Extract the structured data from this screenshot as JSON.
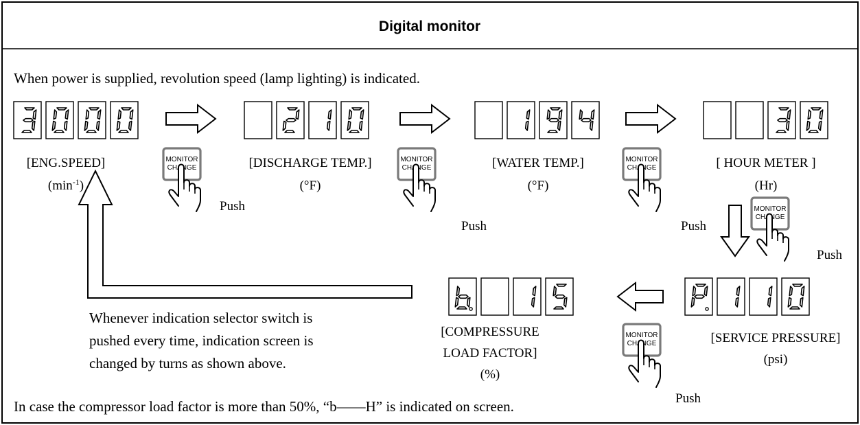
{
  "title": "Digital monitor",
  "intro": "When power is supplied, revolution speed (lamp lighting) is indicated.",
  "footer": "In case the compressor load factor is more than 50%, “b――H” is indicated on screen.",
  "button": {
    "line1": "MONITOR",
    "line2": "CHANGE"
  },
  "push_label": "Push",
  "displays": {
    "eng_speed": {
      "digits": [
        "3",
        "0",
        "0",
        "0"
      ],
      "label": "[ENG.SPEED]",
      "unit_base": "(min",
      "unit_sup": "-1",
      "unit_end": ")"
    },
    "discharge_temp": {
      "digits": [
        "",
        "2",
        "1",
        "0"
      ],
      "label": "[DISCHARGE TEMP.]",
      "unit": "(°F)"
    },
    "water_temp": {
      "digits": [
        "",
        "1",
        "9",
        "4"
      ],
      "label": "[WATER TEMP.]",
      "unit": "(°F)"
    },
    "hour_meter": {
      "digits": [
        "",
        "",
        "3",
        "0"
      ],
      "label": "[ HOUR METER ]",
      "unit": "(Hr)"
    },
    "service_pressure": {
      "digits": [
        "P.",
        "1",
        "1",
        "0"
      ],
      "label": "[SERVICE PRESSURE]",
      "unit": "(psi)"
    },
    "load_factor": {
      "digits": [
        "b.",
        "",
        "1",
        "5"
      ],
      "label_line1": "[COMPRESSURE",
      "label_line2": "LOAD FACTOR]",
      "unit": "(%)"
    }
  },
  "cycle_note": {
    "line1": "Whenever indication selector switch is",
    "line2": "pushed every time, indication screen is",
    "line3": "changed by turns as shown above."
  },
  "icons": {
    "arrow": "outline-arrow-icon",
    "hand": "pointing-hand-icon"
  }
}
